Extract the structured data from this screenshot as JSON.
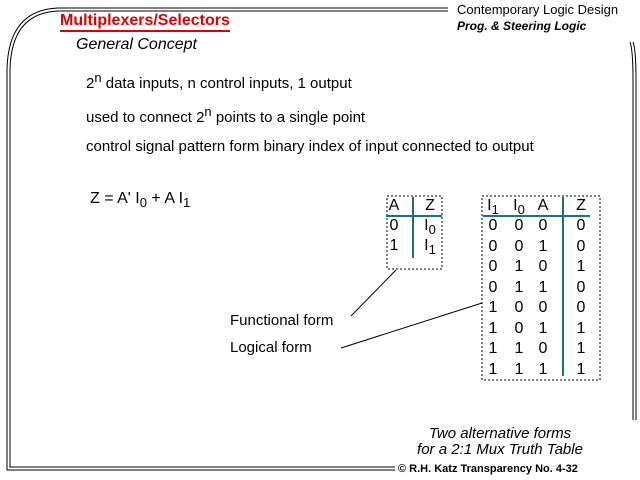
{
  "header": {
    "title": "Multiplexers/Selectors",
    "course": "Contemporary  Logic Design",
    "topic": "Prog. & Steering Logic",
    "subtitle": "General Concept"
  },
  "bullets": [
    {
      "pre": "2",
      "sup": "n",
      "post": " data inputs, n control inputs, 1 output"
    },
    {
      "pre": "used to connect 2",
      "sup": "n",
      "post": " points to a single point"
    },
    {
      "pre": "control signal pattern form binary index of input connected to output",
      "sup": "",
      "post": ""
    }
  ],
  "equation": {
    "z": "Z = A' I",
    "s0": "0",
    "plus": " +   A I",
    "s1": "1"
  },
  "functional_table": {
    "headers": [
      "A",
      "Z"
    ],
    "rows": [
      [
        "0",
        "I",
        "0"
      ],
      [
        "1",
        "I",
        "1"
      ]
    ]
  },
  "logical_table": {
    "headers": [
      "I1",
      "I0",
      "A",
      "Z"
    ],
    "rows": [
      [
        "0",
        "0",
        "0",
        "0"
      ],
      [
        "0",
        "0",
        "1",
        "0"
      ],
      [
        "0",
        "1",
        "0",
        "1"
      ],
      [
        "0",
        "1",
        "1",
        "0"
      ],
      [
        "1",
        "0",
        "0",
        "0"
      ],
      [
        "1",
        "0",
        "1",
        "1"
      ],
      [
        "1",
        "1",
        "0",
        "1"
      ],
      [
        "1",
        "1",
        "1",
        "1"
      ]
    ]
  },
  "labels": {
    "functional": "Functional form",
    "logical": "Logical form"
  },
  "caption": {
    "line1": "Two alternative forms",
    "line2": "for a 2:1 Mux Truth Table"
  },
  "footer": "© R.H. Katz   Transparency No. 4-32",
  "colors": {
    "title": "#e00000",
    "table_rule": "#1a7088"
  }
}
